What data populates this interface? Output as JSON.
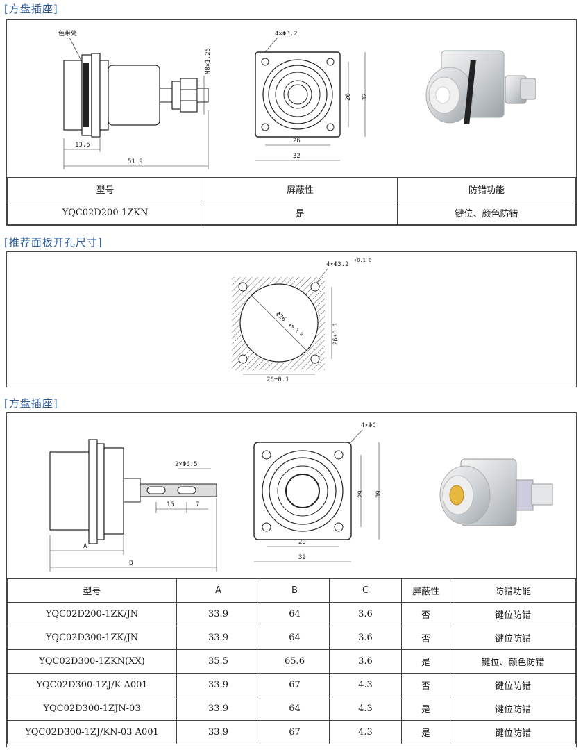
{
  "section1": {
    "title": "[方盘插座]",
    "annotations": {
      "color_band": "色带处",
      "thread": "M8×1.25",
      "holes": "4×Φ3.2",
      "d_13_5": "13.5",
      "d_51_9": "51.9",
      "d_26_h": "26",
      "d_32_h": "32",
      "d_26_v": "26",
      "d_32_v": "32"
    },
    "table": {
      "headers": [
        "型号",
        "屏蔽性",
        "防错功能"
      ],
      "rows": [
        [
          "YQC02D200-1ZKN",
          "是",
          "键位、颜色防错"
        ]
      ]
    }
  },
  "section2": {
    "title": "[推荐面板开孔尺寸]",
    "annotations": {
      "holes": "4×Φ3.2",
      "holes_tol": "+0.1 0",
      "diameter": "Φ26",
      "diameter_tol": "+0.1 0",
      "w": "26±0.1",
      "h": "26±0.1"
    }
  },
  "section3": {
    "title": "[方盘插座]",
    "annotations": {
      "holes": "4×ΦC",
      "tab": "2×Φ6.5",
      "d_15": "15",
      "d_7": "7",
      "a": "A",
      "b": "B",
      "d_29_h": "29",
      "d_39_h": "39",
      "d_29_v": "29",
      "d_39_v": "39"
    },
    "table": {
      "headers": [
        "型号",
        "A",
        "B",
        "C",
        "屏蔽性",
        "防错功能"
      ],
      "rows": [
        [
          "YQC02D200-1ZK/JN",
          "33.9",
          "64",
          "3.6",
          "否",
          "键位防错"
        ],
        [
          "YQC02D300-1ZK/JN",
          "33.9",
          "64",
          "3.6",
          "否",
          "键位防错"
        ],
        [
          "YQC02D300-1ZKN(XX)",
          "35.5",
          "65.6",
          "3.6",
          "是",
          "键位、颜色防错"
        ],
        [
          "YQC02D300-1ZJ/K A001",
          "33.9",
          "67",
          "4.3",
          "否",
          "键位防错"
        ],
        [
          "YQC02D300-1ZJN-03",
          "33.9",
          "64",
          "4.3",
          "是",
          "键位防错"
        ],
        [
          "YQC02D300-1ZJ/KN-03 A001",
          "33.9",
          "67",
          "4.3",
          "是",
          "键位防错"
        ]
      ]
    }
  }
}
